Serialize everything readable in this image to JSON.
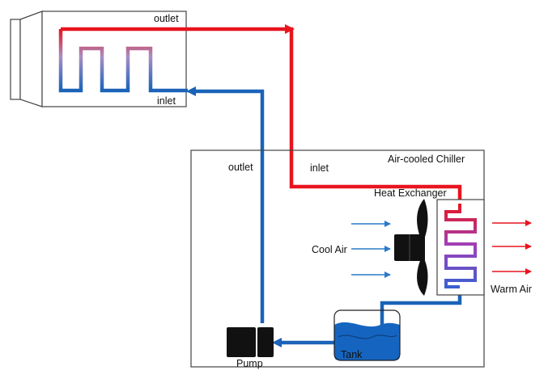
{
  "labels": {
    "machine_outlet": "outlet",
    "machine_inlet": "inlet",
    "chiller_title": "Air-cooled Chiller",
    "chiller_outlet": "outlet",
    "chiller_inlet": "inlet",
    "heat_exchanger": "Heat Exchanger",
    "cool_air": "Cool Air",
    "warm_air": "Warm Air",
    "tank": "Tank",
    "pump": "Pump"
  },
  "colors": {
    "hot_line": "#e8141e",
    "cold_line": "#1a63b8",
    "warm_arrow": "#e8141e",
    "cool_arrow": "#2a7ac8",
    "tank_water": "#1565c0",
    "outline": "#444444",
    "device": "#111111"
  }
}
